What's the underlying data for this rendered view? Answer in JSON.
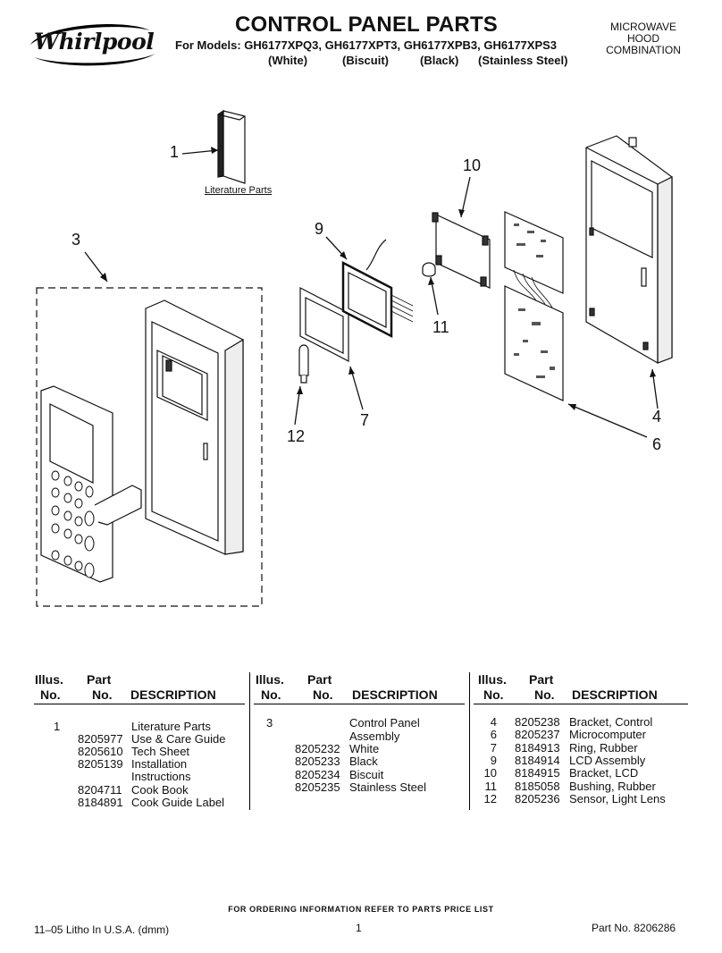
{
  "header": {
    "brand": "Whirlpool",
    "title": "CONTROL PANEL PARTS",
    "models": "For Models: GH6177XPQ3, GH6177XPT3, GH6177XPB3, GH6177XPS3",
    "colors": [
      "(White)",
      "(Biscuit)",
      "(Black)",
      "(Stainless Steel)"
    ],
    "product": [
      "MICROWAVE",
      "HOOD",
      "COMBINATION"
    ]
  },
  "diagram": {
    "literature_label": "Literature Parts",
    "callouts": [
      "1",
      "3",
      "9",
      "10",
      "11",
      "7",
      "12",
      "4",
      "6"
    ]
  },
  "table": {
    "headers": {
      "illus_1": "Illus.",
      "illus_2": "No.",
      "part_1": "Part",
      "part_2": "No.",
      "desc": "DESCRIPTION"
    },
    "col1": [
      {
        "illus": "1",
        "part": "",
        "desc": "Literature Parts"
      },
      {
        "illus": "",
        "part": "8205977",
        "desc": "Use & Care Guide"
      },
      {
        "illus": "",
        "part": "8205610",
        "desc": "Tech Sheet"
      },
      {
        "illus": "",
        "part": "8205139",
        "desc": "Installation"
      },
      {
        "illus": "",
        "part": "",
        "desc": "Instructions"
      },
      {
        "illus": "",
        "part": "8204711",
        "desc": "Cook Book"
      },
      {
        "illus": "",
        "part": "8184891",
        "desc": "Cook Guide Label"
      }
    ],
    "col2": [
      {
        "illus": "3",
        "part": "",
        "desc": "Control Panel"
      },
      {
        "illus": "",
        "part": "",
        "desc": "Assembly"
      },
      {
        "illus": "",
        "part": "8205232",
        "desc": "White"
      },
      {
        "illus": "",
        "part": "8205233",
        "desc": "Black"
      },
      {
        "illus": "",
        "part": "8205234",
        "desc": "Biscuit"
      },
      {
        "illus": "",
        "part": "8205235",
        "desc": "Stainless Steel"
      }
    ],
    "col3": [
      {
        "illus": "4",
        "part": "8205238",
        "desc": "Bracket, Control"
      },
      {
        "illus": "6",
        "part": "8205237",
        "desc": "Microcomputer"
      },
      {
        "illus": "7",
        "part": "8184913",
        "desc": "Ring, Rubber"
      },
      {
        "illus": "9",
        "part": "8184914",
        "desc": "LCD Assembly"
      },
      {
        "illus": "10",
        "part": "8184915",
        "desc": "Bracket, LCD"
      },
      {
        "illus": "11",
        "part": "8185058",
        "desc": "Bushing, Rubber"
      },
      {
        "illus": "12",
        "part": "8205236",
        "desc": "Sensor, Light Lens"
      }
    ]
  },
  "footer": {
    "ordering": "FOR ORDERING INFORMATION REFER TO PARTS PRICE LIST",
    "litho": "11–05 Litho In U.S.A. (dmm)",
    "page": "1",
    "part_no": "Part No. 8206286"
  }
}
